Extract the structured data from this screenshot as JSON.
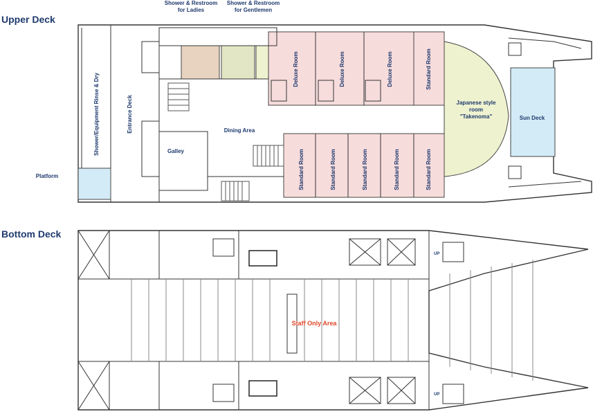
{
  "upper_deck": {
    "title": "Upper Deck",
    "labels": {
      "shower_ladies_1": "Shower & Restroom",
      "shower_ladies_2": "for Ladies",
      "shower_gents_1": "Shower & Restroom",
      "shower_gents_2": "for Gentlemen",
      "rinse": "Shower/Equipment Rinse & Dry",
      "entrance": "Entrance Deck",
      "platform": "Platform",
      "galley": "Galley",
      "dining": "Dining Area",
      "deluxe": "Deluxe Room",
      "standard": "Standard Room",
      "japanese_1": "Japanese style",
      "japanese_2": "room",
      "japanese_3": "\"Takenoma\"",
      "sun_deck": "Sun Deck"
    }
  },
  "bottom_deck": {
    "title": "Bottom Deck",
    "staff_only": "Staff Only Area",
    "up_label": "UP"
  },
  "colors": {
    "title": "#1f3a6e",
    "staff_only": "#e0472a",
    "deluxe_fill": "#f7dcdc",
    "standard_fill": "#f7dcdc",
    "japanese_fill": "#eef2cf",
    "sun_deck_fill": "#d3ebf6",
    "ladies_fill": "#e8d2c0",
    "gents_fill": "#e3e6c4"
  }
}
